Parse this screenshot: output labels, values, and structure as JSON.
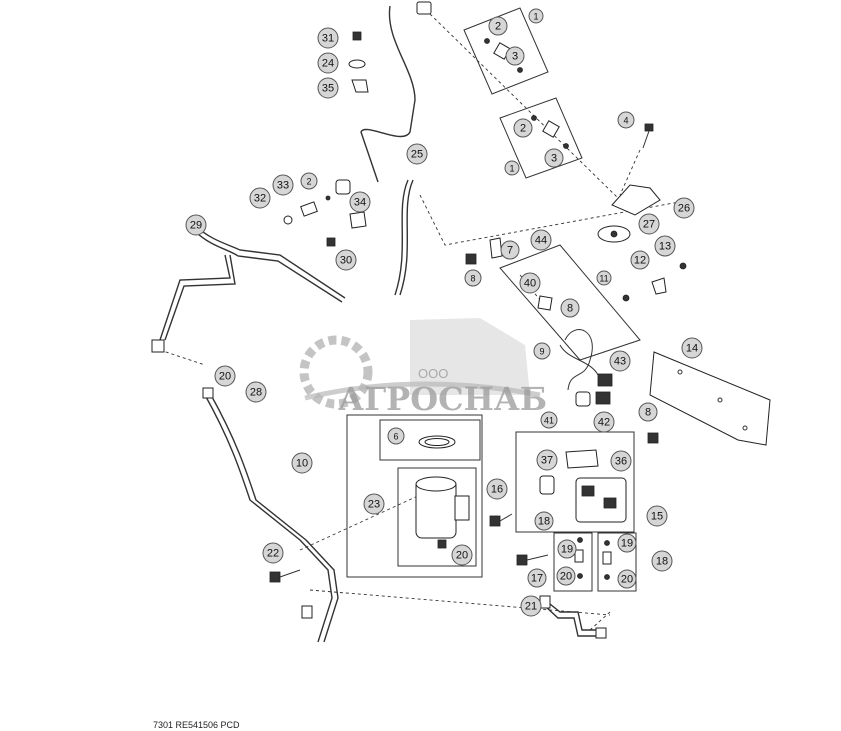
{
  "callouts": [
    {
      "label": "1"
    },
    {
      "label": "2"
    },
    {
      "label": "3"
    },
    {
      "label": "2"
    },
    {
      "label": "3"
    },
    {
      "label": "1"
    },
    {
      "label": "4"
    },
    {
      "label": "26"
    },
    {
      "label": "27"
    },
    {
      "label": "13"
    },
    {
      "label": "12"
    },
    {
      "label": "11"
    },
    {
      "label": "31"
    },
    {
      "label": "24"
    },
    {
      "label": "35"
    },
    {
      "label": "25"
    },
    {
      "label": "33"
    },
    {
      "label": "2"
    },
    {
      "label": "32"
    },
    {
      "label": "34"
    },
    {
      "label": "30"
    },
    {
      "label": "29"
    },
    {
      "label": "7"
    },
    {
      "label": "8"
    },
    {
      "label": "44"
    },
    {
      "label": "40"
    },
    {
      "label": "8"
    },
    {
      "label": "9"
    },
    {
      "label": "43"
    },
    {
      "label": "42"
    },
    {
      "label": "41"
    },
    {
      "label": "14"
    },
    {
      "label": "8"
    },
    {
      "label": "20"
    },
    {
      "label": "28"
    },
    {
      "label": "6"
    },
    {
      "label": "10"
    },
    {
      "label": "23"
    },
    {
      "label": "20"
    },
    {
      "label": "37"
    },
    {
      "label": "36"
    },
    {
      "label": "16"
    },
    {
      "label": "15"
    },
    {
      "label": "18"
    },
    {
      "label": "19"
    },
    {
      "label": "20"
    },
    {
      "label": "17"
    },
    {
      "label": "19"
    },
    {
      "label": "20"
    },
    {
      "label": "18"
    },
    {
      "label": "22"
    },
    {
      "label": "21"
    }
  ],
  "watermark": {
    "line1": "ООО",
    "line2": "АГРОСНАБ"
  },
  "footer": {
    "text": "7301  RE541506  PCD"
  }
}
